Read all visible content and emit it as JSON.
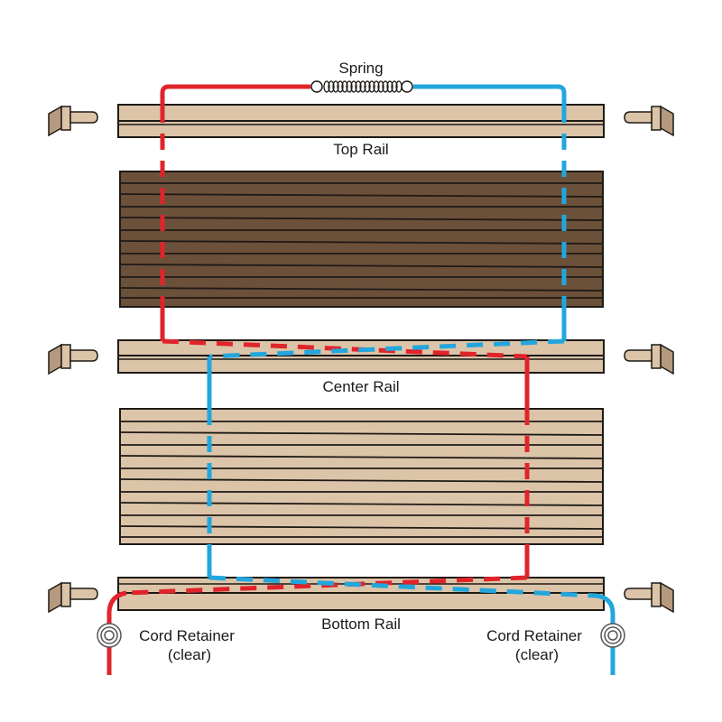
{
  "labels": {
    "spring": "Spring",
    "top_rail": "Top Rail",
    "center_rail": "Center Rail",
    "bottom_rail": "Bottom Rail",
    "cord_retainer_left_line1": "Cord Retainer",
    "cord_retainer_left_line2": "(clear)",
    "cord_retainer_right_line1": "Cord Retainer",
    "cord_retainer_right_line2": "(clear)"
  },
  "colors": {
    "red_cord": "#e0242b",
    "blue_cord": "#23a6dc",
    "rail_fill": "#dcc4a8",
    "dark_fabric": "#6b503a",
    "light_fabric": "#dcc4a8",
    "outline": "#1e1a16",
    "bracket": "#dcc4a8"
  },
  "icons": {
    "bracket": "mounting-bracket-icon",
    "retainer": "cord-retainer-icon",
    "spring": "spring-coil-icon"
  }
}
